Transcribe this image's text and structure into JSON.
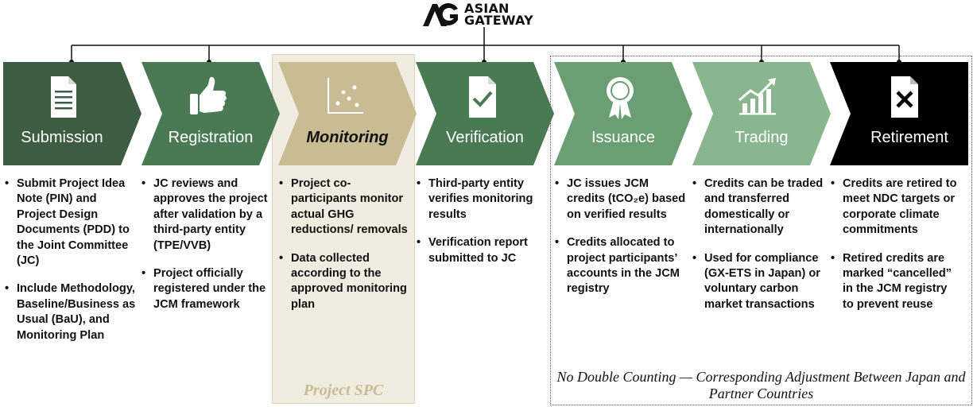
{
  "logo": {
    "line1": "ASIAN",
    "line2": "GATEWAY"
  },
  "steps": [
    {
      "label": "Submission",
      "icon": "document-icon"
    },
    {
      "label": "Registration",
      "icon": "thumbs-up-icon"
    },
    {
      "label": "Monitoring",
      "icon": "scatter-plot-icon"
    },
    {
      "label": "Verification",
      "icon": "checked-document-icon"
    },
    {
      "label": "Issuance",
      "icon": "award-ribbon-icon"
    },
    {
      "label": "Trading",
      "icon": "growth-chart-icon"
    },
    {
      "label": "Retirement",
      "icon": "crossed-document-icon"
    }
  ],
  "colors": {
    "dark_green": "#3d5c41",
    "mid_green": "#4a7a54",
    "light_green": "#6b9e73",
    "pale_green": "#8ab68f",
    "tan": "#c9bb94",
    "black": "#000000"
  },
  "columns": [
    {
      "bullets": [
        "Submit Project Idea Note (PIN) and Project Design Documents (PDD) to the Joint Committee (JC)",
        "Include Methodology, Baseline/Business as Usual (BaU), and Monitoring Plan"
      ]
    },
    {
      "bullets": [
        "JC reviews and approves the project after validation by a third-party entity (TPE/VVB)",
        "Project officially registered under the JCM framework"
      ]
    },
    {
      "bullets": [
        "Project co-participants monitor actual GHG reductions/ removals",
        "Data collected according to the approved monitoring plan"
      ]
    },
    {
      "bullets": [
        "Third-party entity verifies monitoring results",
        "Verification report submitted to JC"
      ]
    },
    {
      "bullets": [
        "JC issues JCM credits (tCO₂e) based on verified results",
        "Credits allocated to project participants’ accounts in the JCM registry"
      ]
    },
    {
      "bullets": [
        "Credits can be traded and transferred domestically or internationally",
        "Used for compliance (GX-ETS in Japan) or voluntary carbon market transactions"
      ]
    },
    {
      "bullets": [
        "Credits are retired to meet NDC targets or corporate climate commitments",
        "Retired credits are marked “cancelled” in the JCM registry to prevent reuse"
      ]
    }
  ],
  "spc_label": "Project SPC",
  "footnote": "No Double Counting — Corresponding Adjustment Between Japan and Partner Countries"
}
